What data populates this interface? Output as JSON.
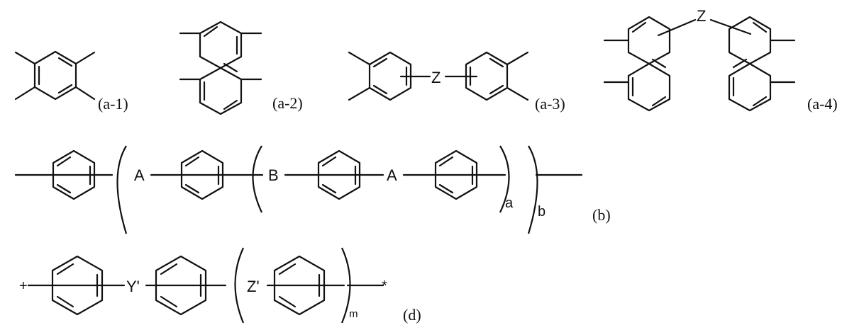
{
  "formulas": {
    "a1": {
      "label": "(a-1)"
    },
    "a2": {
      "label": "(a-2)"
    },
    "a3": {
      "label": "(a-3)",
      "atom_z": "Z"
    },
    "a4": {
      "label": "(a-4)",
      "atom_z": "Z"
    },
    "b": {
      "label": "(b)",
      "atom_a": "A",
      "atom_b": "B",
      "sub_a": "a",
      "sub_b": "b"
    },
    "d": {
      "label": "(d)",
      "atom_y": "Y'",
      "atom_z": "Z'",
      "sub_m": "m",
      "end_left": "+",
      "end_right": "*"
    }
  }
}
